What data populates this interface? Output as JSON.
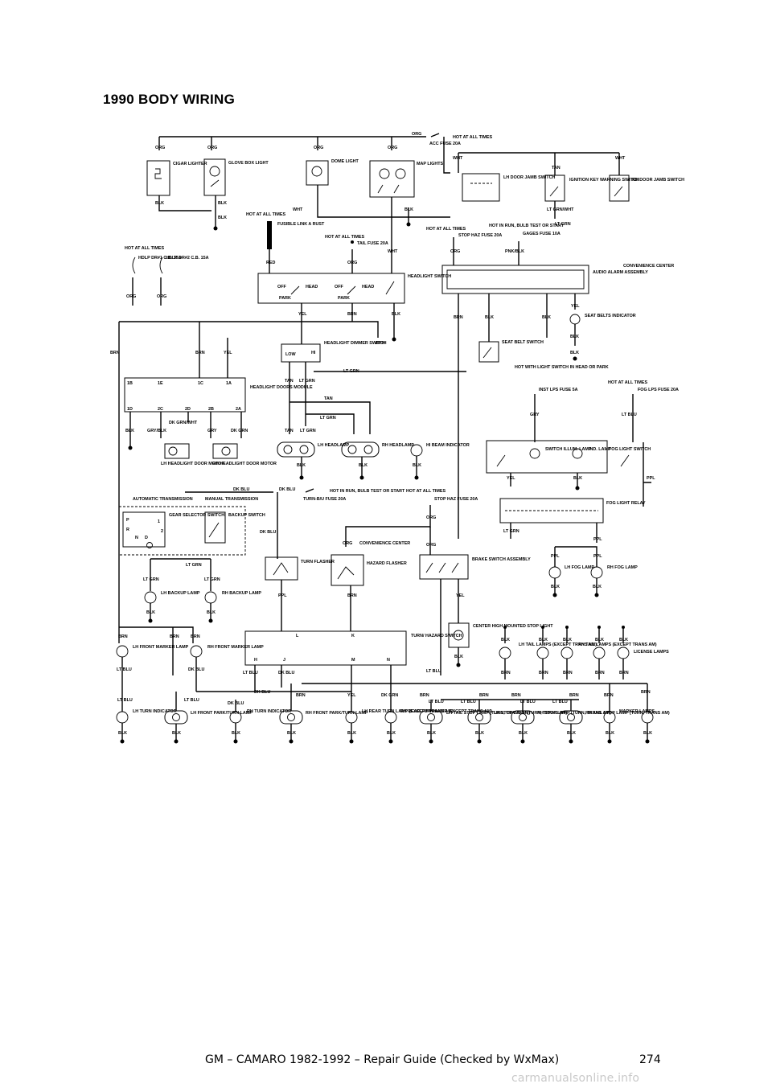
{
  "title": "1990 BODY WIRING",
  "footer": {
    "guide": "GM – CAMARO 1982-1992 – Repair Guide (Checked by WxMax)",
    "page": "274"
  },
  "watermark": "carmanualsonline.info",
  "labels": {
    "hot_all": "HOT AT ALL TIMES",
    "acc_fuse": "ACC FUSE 20A",
    "org": "ORG",
    "wht": "WHT",
    "tan": "TAN",
    "blk": "BLK",
    "red": "RED",
    "yel": "YEL",
    "brn": "BRN",
    "gry": "GRY",
    "ppl": "PPL",
    "lt_grn": "LT GRN",
    "lt_blu": "LT BLU",
    "dk_blu": "DK BLU",
    "dk_grn": "DK GRN",
    "gry_blk": "GRY/BLK",
    "dk_grn_wht": "DK GRN/WHT",
    "lt_grn_wht": "LT GRN/WHT",
    "pnk_blk": "PNK/BLK",
    "cigar": "CIGAR LIGHTER",
    "glove": "GLOVE BOX LIGHT",
    "dome": "DOME LIGHT",
    "map": "MAP LIGHTS",
    "lh_door": "LH DOOR JAMB SWITCH",
    "ign_key": "IGNITION KEY WARNING SWITCH",
    "rh_door": "RH DOOR JAMB SWITCH",
    "fusible": "FUSIBLE LINK A RUST",
    "tail_fuse": "TAIL FUSE 20A",
    "stop_haz": "STOP HAZ FUSE 20A",
    "hot_run": "HOT IN RUN, BULB TEST OR START",
    "gages": "GAGES FUSE 10A",
    "hdlp1": "HDLP DR#1 C.B. 15A",
    "hdlp2": "HDLP DR#2 C.B. 15A",
    "hl_switch": "HEADLIGHT SWITCH",
    "off": "OFF",
    "head": "HEAD",
    "park": "PARK",
    "audio": "AUDIO ALARM ASSEMBLY",
    "conv": "CONVENIENCE CENTER",
    "seat_ind": "SEAT BELTS INDICATOR",
    "seat_sw": "SEAT BELT SWITCH",
    "dimmer": "HEADLIGHT DIMMER SWITCH",
    "low": "LOW",
    "hi": "HI",
    "hdoors": "HEADLIGHT DOORS MODULE",
    "hot_light": "HOT WITH LIGHT SWITCH IN HEAD OR PARK",
    "inst": "INST LPS FUSE 5A",
    "fog_fuse": "FOG LPS FUSE 20A",
    "lh_hl": "LH HEADLAMP",
    "rh_hl": "RH HEADLAMP",
    "hi_beam": "HI BEAM INDICATOR",
    "lh_motor": "LH HEADLIGHT DOOR MOTOR",
    "rh_motor": "RH HEADLIGHT DOOR MOTOR",
    "sw_illum": "SWITCH ILLUM. LAMP",
    "ind_lamp": "IND. LAMP",
    "fog_sw": "FOG LIGHT SWITCH",
    "fog_relay": "FOG LIGHT RELAY",
    "auto_trans": "AUTOMATIC TRANSMISSION",
    "man_trans": "MANUAL TRANSMISSION",
    "gear_sel": "GEAR SELECTOR SWITCH",
    "backup_sw": "BACKUP SWITCH",
    "turn_fuse": "TURN-B/U FUSE 20A",
    "turn_flash": "TURN FLASHER",
    "haz_flash": "HAZARD FLASHER",
    "brake_sw": "BRAKE SWITCH ASSEMBLY",
    "lh_backup": "LH BACKUP LAMP",
    "rh_backup": "RH BACKUP LAMP",
    "lh_fog": "LH FOG LAMP",
    "rh_fog": "RH FOG LAMP",
    "turn_haz": "TURN/ HAZARD SWITCH",
    "chmsl": "CENTER HIGH MOUNTED STOP LIGHT",
    "lh_front_marker": "LH FRONT MARKER LAMP",
    "rh_front_marker": "RH FRONT MARKER LAMP",
    "lh_tail": "LH TAIL LAMPS (EXCEPT TRANS AM)",
    "rh_tail": "RH TAIL LAMPS (EXCEPT TRANS AM)",
    "license": "LICENSE LAMPS",
    "lh_turn_ind": "LH TURN INDICATOR",
    "lh_front_park": "LH FRONT PARK/TURN LAMP",
    "rh_turn_ind": "RH TURN INDICATOR",
    "rh_front_park": "RH FRONT PARK/TURN LAMP",
    "lh_rear_turn": "LH REAR TURN LAMP (EXCEPT TRANS AM)",
    "rh_rear_turn": "RH REAR TURN LAMP (EXCEPT TRANS AM)",
    "lh_tail_stop": "LH TAIL STOP LAMP (TURN, TRANS AM)",
    "lh_stop": "LH STOP LAMP (TURN, TRANS AM)",
    "rh_stop": "RH STOP LAMP (TURN, TRANS AM)",
    "rh_tail_stop": "RH TAIL STOP LAMP (TURN, TRANS AM)",
    "marker": "MARKER LAMPS"
  }
}
